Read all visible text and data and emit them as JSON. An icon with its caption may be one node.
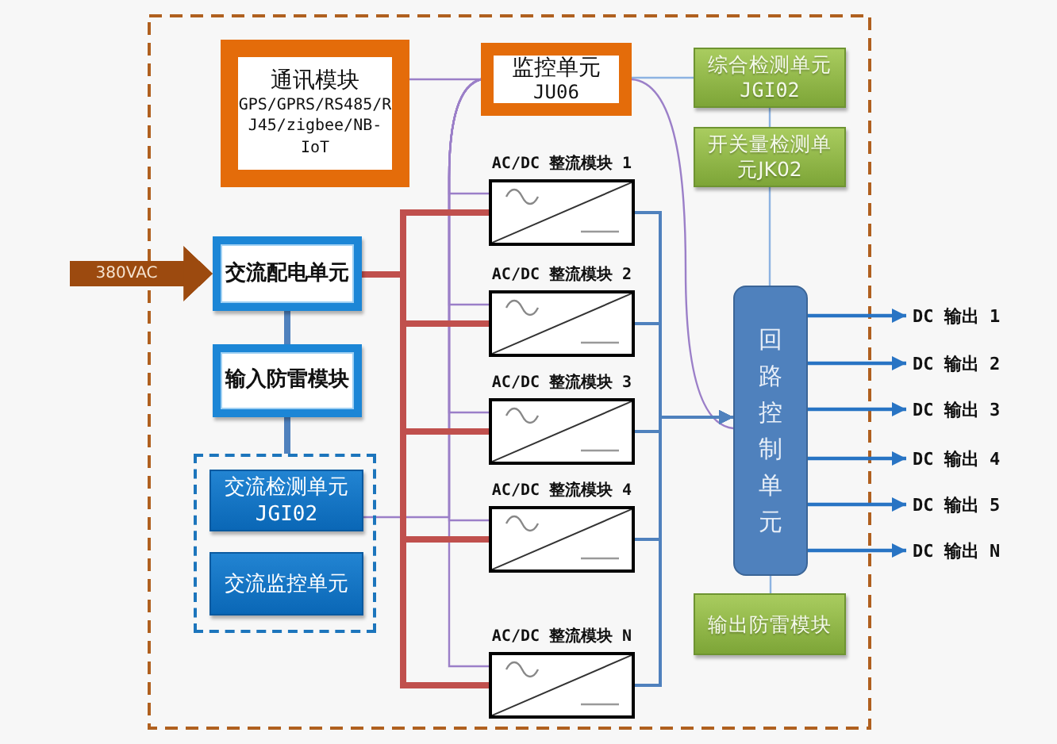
{
  "diagram": {
    "nodes": [
      {
        "text": [
          "通讯模块",
          "GPS/GPRS/RS485/RJ45/zigbee/NB-IoT"
        ]
      },
      {
        "text": [
          "监控单元",
          "JU06"
        ]
      },
      {
        "text": [
          "综合检测单元",
          "JGI02"
        ]
      },
      {
        "text": [
          "开关量检测单元JK02"
        ]
      },
      {
        "text": [
          "交流配电单元"
        ]
      },
      {
        "text": [
          "输入防雷模块"
        ]
      },
      {
        "text": [],
        "shape": "box"
      },
      {
        "text": [
          "交流检测单元",
          "JGI02"
        ],
        "in": 6
      },
      {
        "text": [
          "交流监控单元"
        ],
        "in": 6
      },
      {
        "text": [
          "AC/DC 整流模块 1"
        ]
      },
      {
        "text": [
          "AC/DC 整流模块 2"
        ]
      },
      {
        "text": [
          "AC/DC 整流模块 3"
        ]
      },
      {
        "text": [
          "AC/DC 整流模块 4"
        ]
      },
      {
        "text": [
          "AC/DC 整流模块 N"
        ]
      },
      {
        "text": [
          "回路控制单元"
        ]
      },
      {
        "text": [
          "输出防雷模块"
        ]
      },
      {
        "text": [
          "DC 输出 1"
        ]
      },
      {
        "text": [
          "DC 输出 2"
        ]
      },
      {
        "text": [
          "DC 输出 3"
        ]
      },
      {
        "text": [
          "DC 输出 4"
        ]
      },
      {
        "text": [
          "DC 输出 5"
        ]
      },
      {
        "text": [
          "DC 输出 N"
        ]
      }
    ],
    "edges": [
      {
        "from": 0,
        "to": 1,
        "arrow": "none",
        "color": "#9b7fc8"
      },
      {
        "from": 1,
        "to": 2,
        "arrow": "none",
        "color": "#8db3e2"
      },
      {
        "from": 2,
        "to": 3,
        "arrow": "none",
        "color": "#8db3e2"
      },
      {
        "from": 3,
        "to": 14,
        "arrow": "none",
        "color": "#8db3e2"
      },
      {
        "from": 14,
        "to": 15,
        "arrow": "none",
        "color": "#8db3e2"
      },
      {
        "from": 1,
        "to": 9,
        "arrow": "none",
        "color": "#9b7fc8"
      },
      {
        "from": 1,
        "to": 10,
        "arrow": "none",
        "color": "#9b7fc8"
      },
      {
        "from": 1,
        "to": 11,
        "arrow": "none",
        "color": "#9b7fc8"
      },
      {
        "from": 1,
        "to": 12,
        "arrow": "none",
        "color": "#9b7fc8"
      },
      {
        "from": 1,
        "to": 13,
        "arrow": "none",
        "color": "#9b7fc8"
      },
      {
        "from": 1,
        "to": 7,
        "arrow": "none",
        "color": "#9b7fc8"
      },
      {
        "from": 1,
        "to": 14,
        "arrow": "none",
        "color": "#9b7fc8"
      },
      {
        "from": 4,
        "to": 9,
        "arrow": "none",
        "style": "thick",
        "color": "#c0504d"
      },
      {
        "from": 4,
        "to": 10,
        "arrow": "none",
        "style": "thick",
        "color": "#c0504d"
      },
      {
        "from": 4,
        "to": 11,
        "arrow": "none",
        "style": "thick",
        "color": "#c0504d"
      },
      {
        "from": 4,
        "to": 12,
        "arrow": "none",
        "style": "thick",
        "color": "#c0504d"
      },
      {
        "from": 4,
        "to": 13,
        "arrow": "none",
        "style": "thick",
        "color": "#c0504d"
      },
      {
        "from": 9,
        "to": 14,
        "arrow": "to",
        "color": "#4f81bd"
      },
      {
        "from": 10,
        "to": 14,
        "arrow": "to",
        "color": "#4f81bd"
      },
      {
        "from": 11,
        "to": 14,
        "arrow": "to",
        "color": "#4f81bd"
      },
      {
        "from": 12,
        "to": 14,
        "arrow": "to",
        "color": "#4f81bd"
      },
      {
        "from": 13,
        "to": 14,
        "arrow": "to",
        "color": "#4f81bd"
      },
      {
        "from": 4,
        "to": 5,
        "arrow": "none",
        "style": "thick",
        "color": "#4f81bd"
      },
      {
        "from": 5,
        "to": 6,
        "arrow": "none",
        "style": "thick",
        "color": "#4f81bd"
      },
      {
        "from": 14,
        "to": 16,
        "arrow": "to",
        "color": "#2874c4"
      },
      {
        "from": 14,
        "to": 17,
        "arrow": "to",
        "color": "#2874c4"
      },
      {
        "from": 14,
        "to": 18,
        "arrow": "to",
        "color": "#2874c4"
      },
      {
        "from": 14,
        "to": 19,
        "arrow": "to",
        "color": "#2874c4"
      },
      {
        "from": 14,
        "to": 20,
        "arrow": "to",
        "color": "#2874c4"
      },
      {
        "from": 14,
        "to": 21,
        "arrow": "to",
        "color": "#2874c4"
      },
      {
        "from": null,
        "to": 4,
        "arrow": "to",
        "label": "380VAC",
        "style": "thick",
        "color": "#9c4a0f"
      }
    ]
  }
}
